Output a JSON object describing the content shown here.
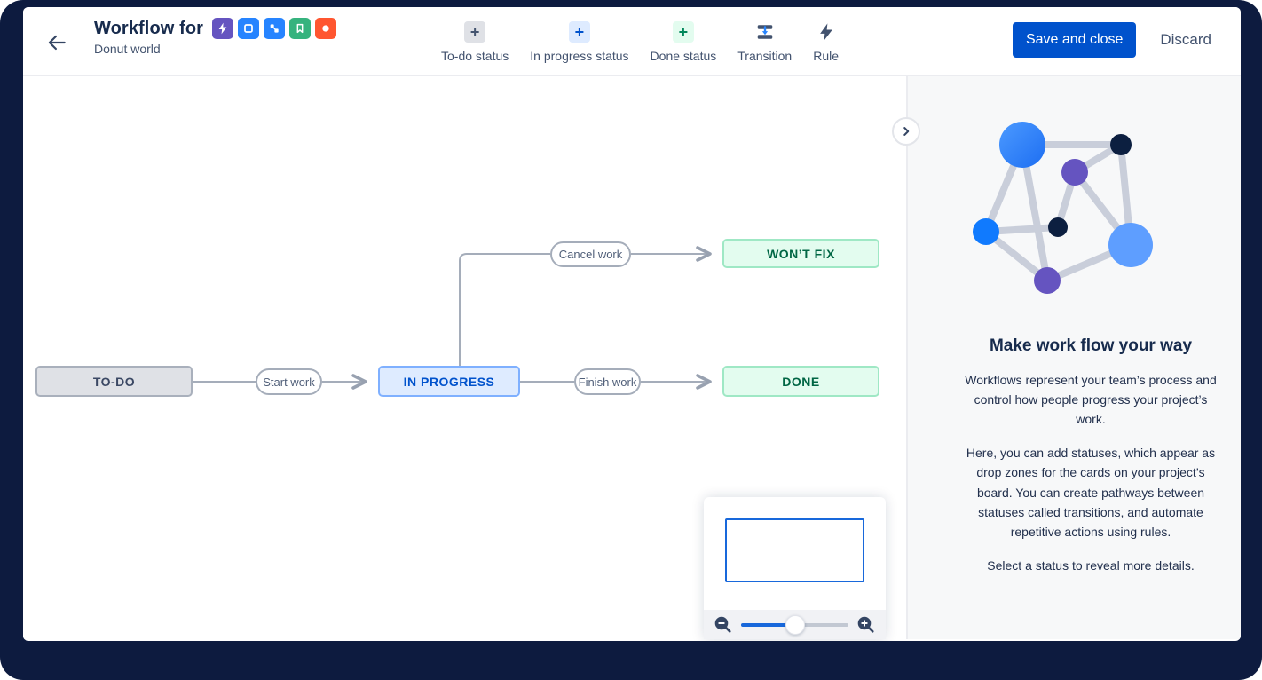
{
  "header": {
    "title": "Workflow for",
    "subtitle": "Donut world",
    "badges": [
      "bolt-badge",
      "square-badge",
      "components-badge",
      "bookmark-badge",
      "circle-badge"
    ],
    "toolbar": [
      {
        "label": "To-do status",
        "icon": "plus-gray"
      },
      {
        "label": "In progress status",
        "icon": "plus-blue"
      },
      {
        "label": "Done status",
        "icon": "plus-green"
      },
      {
        "label": "Transition",
        "icon": "transition-icon"
      },
      {
        "label": "Rule",
        "icon": "lightning-icon"
      }
    ],
    "save_label": "Save and close",
    "discard_label": "Discard"
  },
  "canvas": {
    "nodes": [
      {
        "id": "todo",
        "label": "TO-DO",
        "category": "todo"
      },
      {
        "id": "in-progress",
        "label": "IN PROGRESS",
        "category": "in-progress"
      },
      {
        "id": "done",
        "label": "DONE",
        "category": "done"
      },
      {
        "id": "wont-fix",
        "label": "WON’T FIX",
        "category": "done"
      }
    ],
    "transitions": [
      {
        "label": "Start work",
        "from": "todo",
        "to": "in-progress"
      },
      {
        "label": "Finish work",
        "from": "in-progress",
        "to": "done"
      },
      {
        "label": "Cancel work",
        "from": "in-progress",
        "to": "wont-fix"
      }
    ],
    "minimap": {
      "slider_value": 0.5
    }
  },
  "panel": {
    "heading": "Make work flow your way",
    "paragraphs": [
      "Workflows represent your team’s process and control how people progress your project’s work.",
      "Here, you can add statuses, which appear as drop zones for the cards on your project’s board. You can create pathways between statuses called transitions, and automate repetitive actions using rules.",
      "Select a status to reveal more details."
    ]
  },
  "colors": {
    "accent_blue": "#0052CC",
    "todo_gray_bg": "#DFE1E6",
    "in_progress_blue_bg": "#DEEBFF",
    "done_green_bg": "#E3FCEF",
    "done_green_text": "#006644",
    "connector_gray": "#A5ADBA",
    "frame_navy": "#0D1B3F",
    "minimap_viewport_blue": "#1868DB"
  }
}
